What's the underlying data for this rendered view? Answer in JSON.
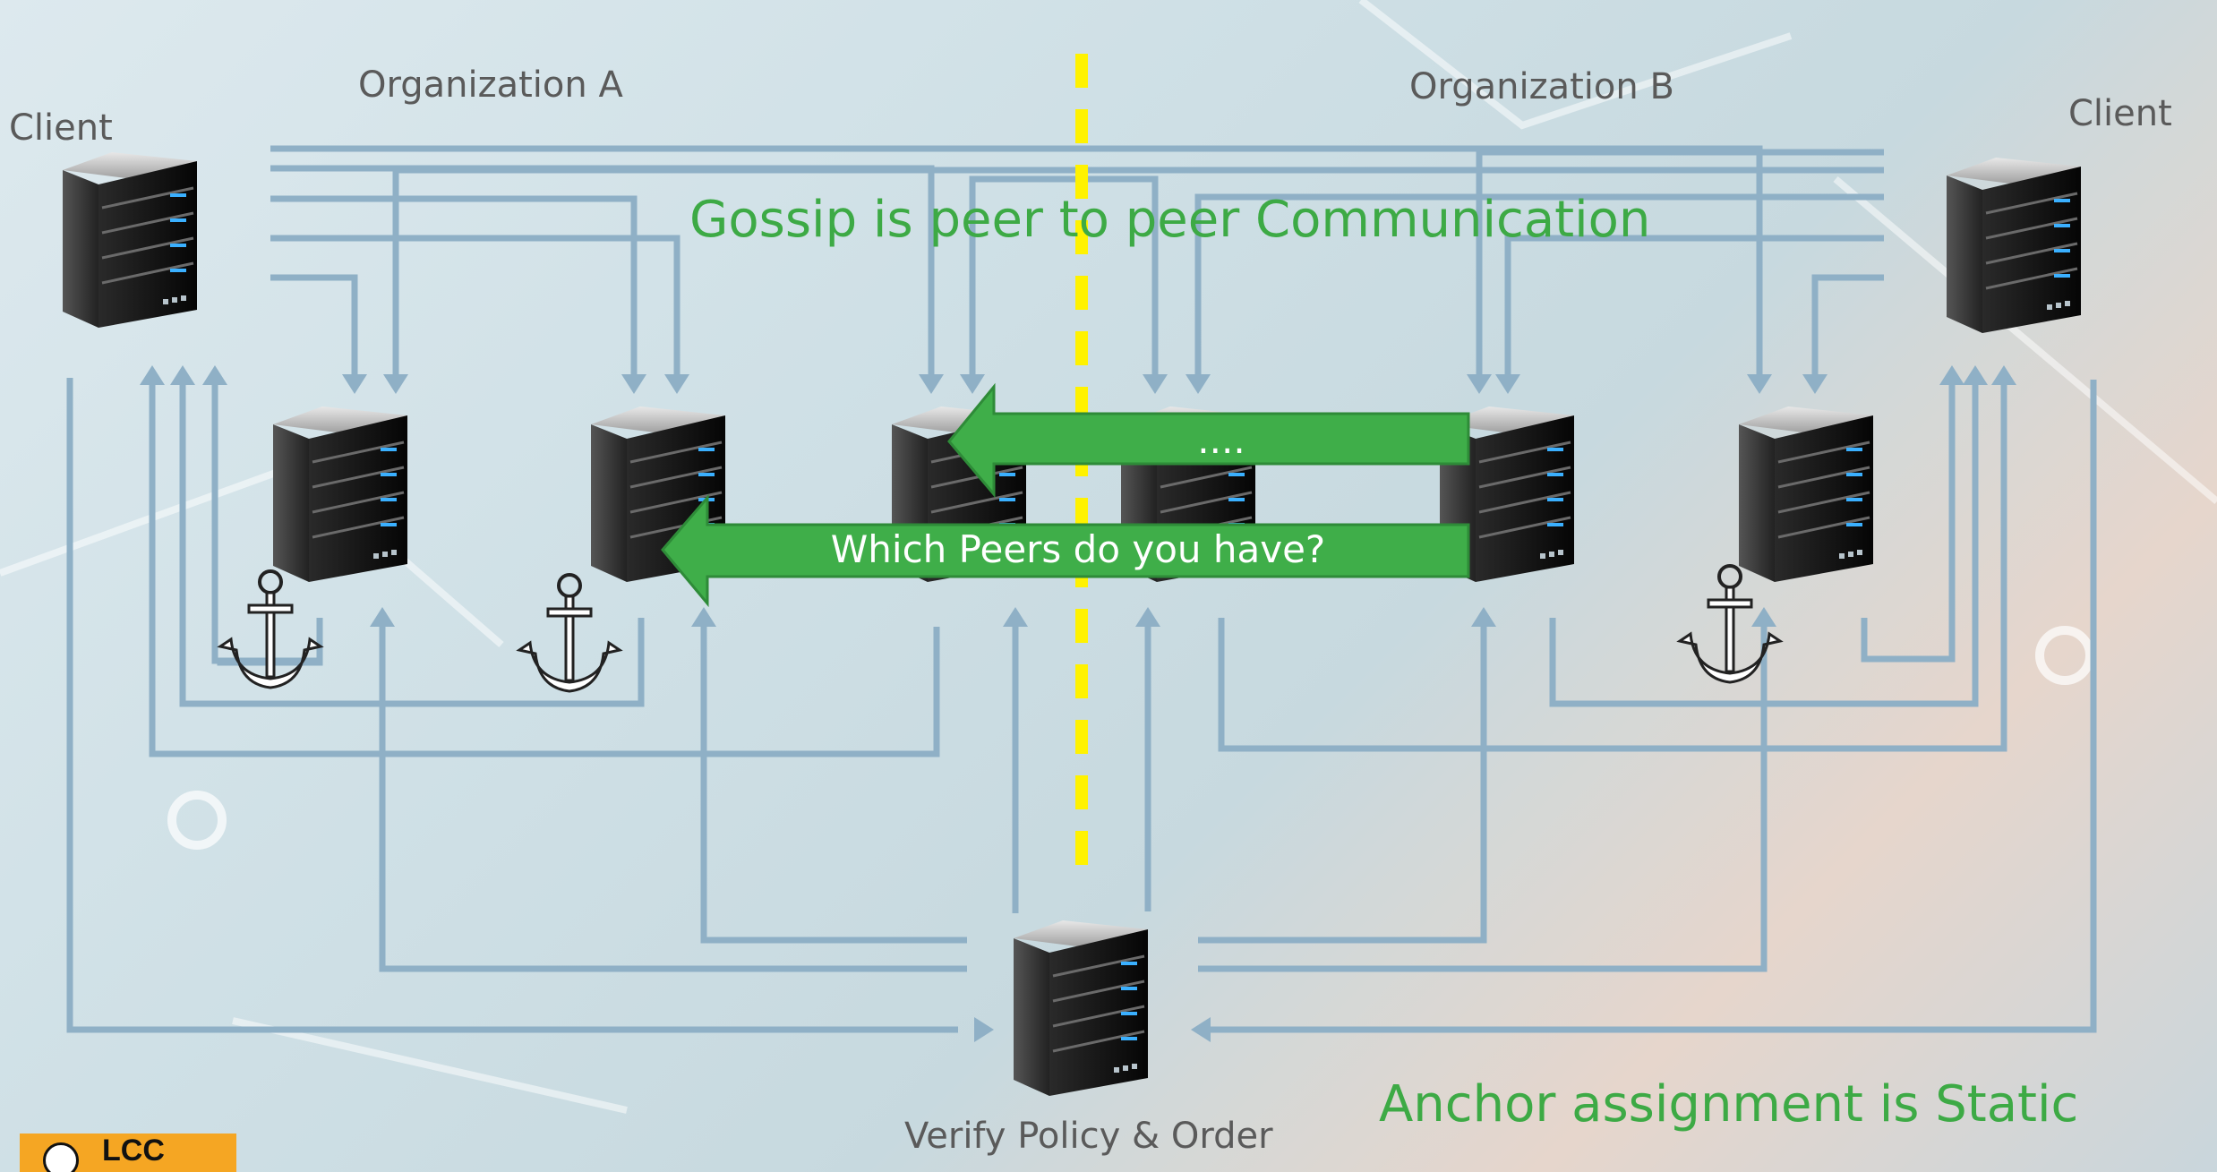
{
  "labels": {
    "org_a": "Organization A",
    "org_b": "Organization B",
    "client_left": "Client",
    "client_right": "Client",
    "gossip": "Gossip is peer to peer Communication",
    "anchor_static": "Anchor assignment is Static",
    "orderer": "Verify Policy & Order",
    "arrow_top": "....",
    "arrow_bottom": "Which Peers do you have?",
    "logo": "LCC"
  },
  "colors": {
    "line": "#8fb0c6",
    "divider": "#fff200",
    "green_text": "#3daa45",
    "arrow_fill": "#3fae49",
    "logo_bg": "#f5a623"
  }
}
